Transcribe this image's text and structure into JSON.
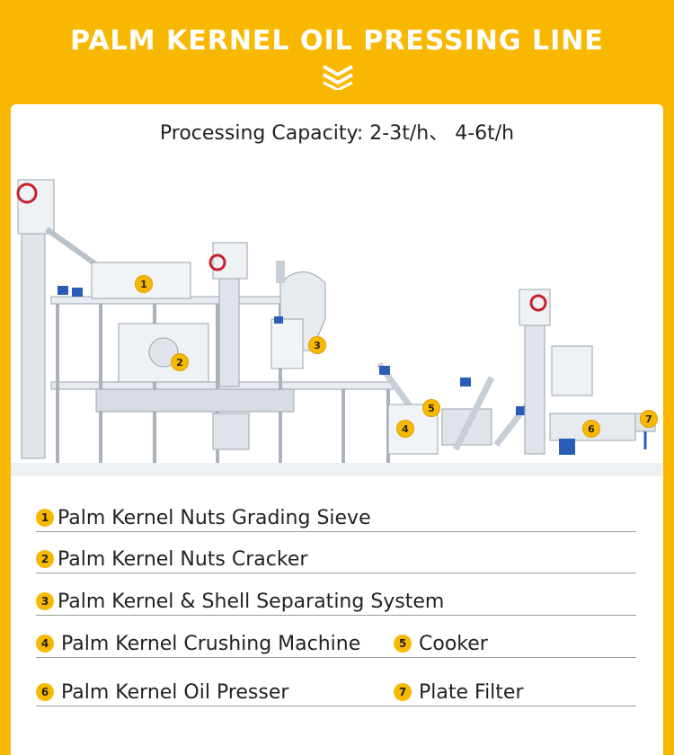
{
  "header": {
    "title": "PALM KERNEL OIL PRESSING LINE"
  },
  "capacity": "Processing Capacity: 2-3t/h、 4-6t/h",
  "markers": [
    "1",
    "2",
    "3",
    "4",
    "5",
    "6",
    "7"
  ],
  "legend": [
    {
      "num": "1",
      "label": "Palm Kernel Nuts Grading Sieve"
    },
    {
      "num": "2",
      "label": "Palm Kernel Nuts Cracker"
    },
    {
      "num": "3",
      "label": "Palm Kernel & Shell Separating System"
    },
    {
      "num": "4",
      "label": "Palm Kernel Crushing Machine"
    },
    {
      "num": "5",
      "label": "Cooker"
    },
    {
      "num": "6",
      "label": "Palm Kernel Oil Presser"
    },
    {
      "num": "7",
      "label": "Plate Filter"
    }
  ],
  "colors": {
    "background": "#F9B800",
    "card": "#FFFFFF",
    "accent_motor": "#2B5DB8",
    "pulley": "#C8202A"
  }
}
